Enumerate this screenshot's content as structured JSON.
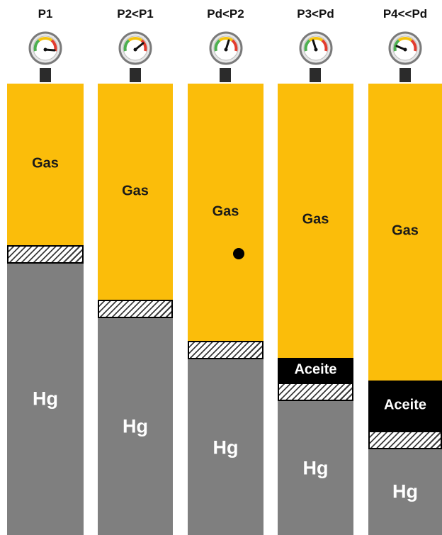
{
  "columns": [
    {
      "title": "P1",
      "gas_label": "Gas",
      "hg_label": "Hg"
    },
    {
      "title": "P2<P1",
      "gas_label": "Gas",
      "hg_label": "Hg"
    },
    {
      "title": "Pd<P2",
      "gas_label": "Gas",
      "hg_label": "Hg"
    },
    {
      "title": "P3<Pd",
      "gas_label": "Gas",
      "oil_label": "Aceite",
      "hg_label": "Hg"
    },
    {
      "title": "P4<<Pd",
      "gas_label": "Gas",
      "oil_label": "Aceite",
      "hg_label": "Hg"
    }
  ],
  "colors": {
    "gas": "#fbbd0a",
    "mercury": "#7f7f7f",
    "oil": "#000000",
    "gauge_green": "#4caf50",
    "gauge_yellow": "#f4c20d",
    "gauge_red": "#e23b2e"
  },
  "icons": [
    "pressure-gauge-icon",
    "piston-hatch"
  ]
}
